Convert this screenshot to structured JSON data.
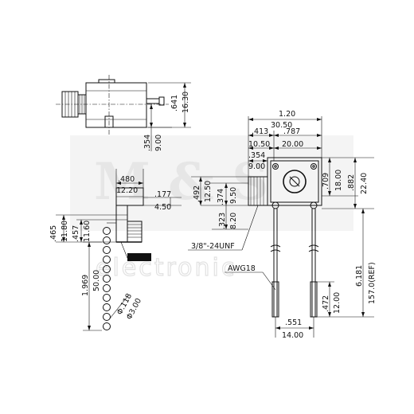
{
  "watermark": {
    "line1": "M & S",
    "line2": "electronic"
  },
  "top_view": {
    "dim_width_inch": ".641",
    "dim_width_mm": "16.30",
    "dim_offset_inch": ".354",
    "dim_offset_mm": "9.00"
  },
  "side_view": {
    "dim_length_inch": ".480",
    "dim_length_mm": "12.20",
    "dim_step_inch": ".177",
    "dim_step_mm": "4.50",
    "dim_a_inch": ".465",
    "dim_a_mm": "11.80",
    "dim_b_inch": ".457",
    "dim_b_mm": "11.60",
    "dim_chain_inch": "1.969",
    "dim_chain_mm": "50.00",
    "dim_bead_inch": "Φ.118",
    "dim_bead_mm": "Φ3.00"
  },
  "front_view": {
    "dim_total_inch": "1.20",
    "dim_total_mm": "30.50",
    "dim_left_inch": ".413",
    "dim_right_inch": ".787",
    "dim_left_mm": "10.50",
    "dim_right_mm": "20.00",
    "dim_center_inch": ".354",
    "dim_center_mm": "9.00",
    "dim_h1_inch": ".709",
    "dim_h1_mm": "18.00",
    "dim_h2_inch": ".882",
    "dim_h2_mm": "22.40",
    "dim_thread_outer_inch": ".492",
    "dim_thread_outer_mm": "12.50",
    "dim_thread_inner_inch": ".374",
    "dim_thread_inner_mm": "9.50",
    "dim_thread_low_inch": ".323",
    "dim_thread_low_mm": "8.20",
    "thread_label": "3/8\"-24UNF",
    "wire_label": "AWG18",
    "dim_lead_inch": "6.181",
    "dim_lead_mm": "157.0(REF)",
    "dim_strip_inch": ".472",
    "dim_strip_mm": "12.00",
    "dim_spacing_inch": ".551",
    "dim_spacing_mm": "14.00"
  }
}
